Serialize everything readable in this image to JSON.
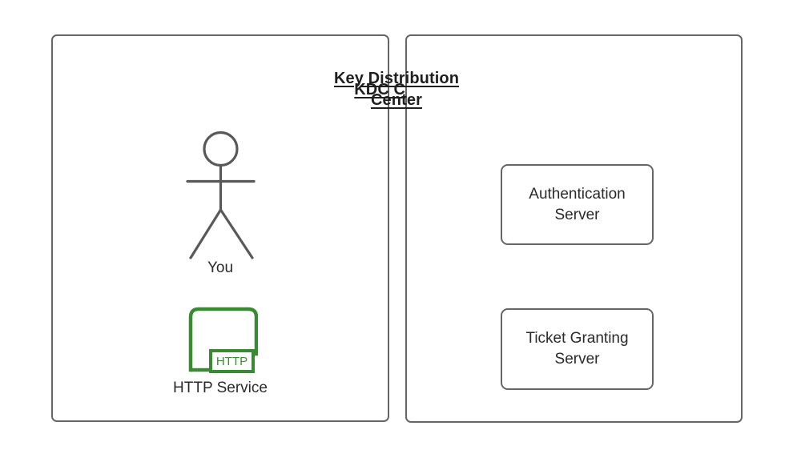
{
  "diagram": {
    "type": "kerberos-architecture-diagram",
    "background_color": "#ffffff",
    "stroke_color": "#666666",
    "text_color": "#2a2a2a",
    "accent_green": "#3a8a33",
    "panels": [
      {
        "id": "kdc-client",
        "title": "KDC Client",
        "nodes": [
          {
            "id": "you",
            "label": "You",
            "icon": "stick-figure-actor-icon"
          },
          {
            "id": "http-service",
            "label": "HTTP Service",
            "icon": "http-service-icon",
            "icon_text": "HTTP"
          }
        ]
      },
      {
        "id": "key-distribution-center",
        "title_line1": "Key Distribution",
        "title_line2": "Center",
        "nodes": [
          {
            "id": "authentication-server",
            "label": "Authentication Server",
            "line1": "Authentication",
            "line2": "Server"
          },
          {
            "id": "ticket-granting-server",
            "label": "Ticket Granting Server",
            "line1": "Ticket Granting",
            "line2": "Server"
          }
        ]
      }
    ]
  }
}
